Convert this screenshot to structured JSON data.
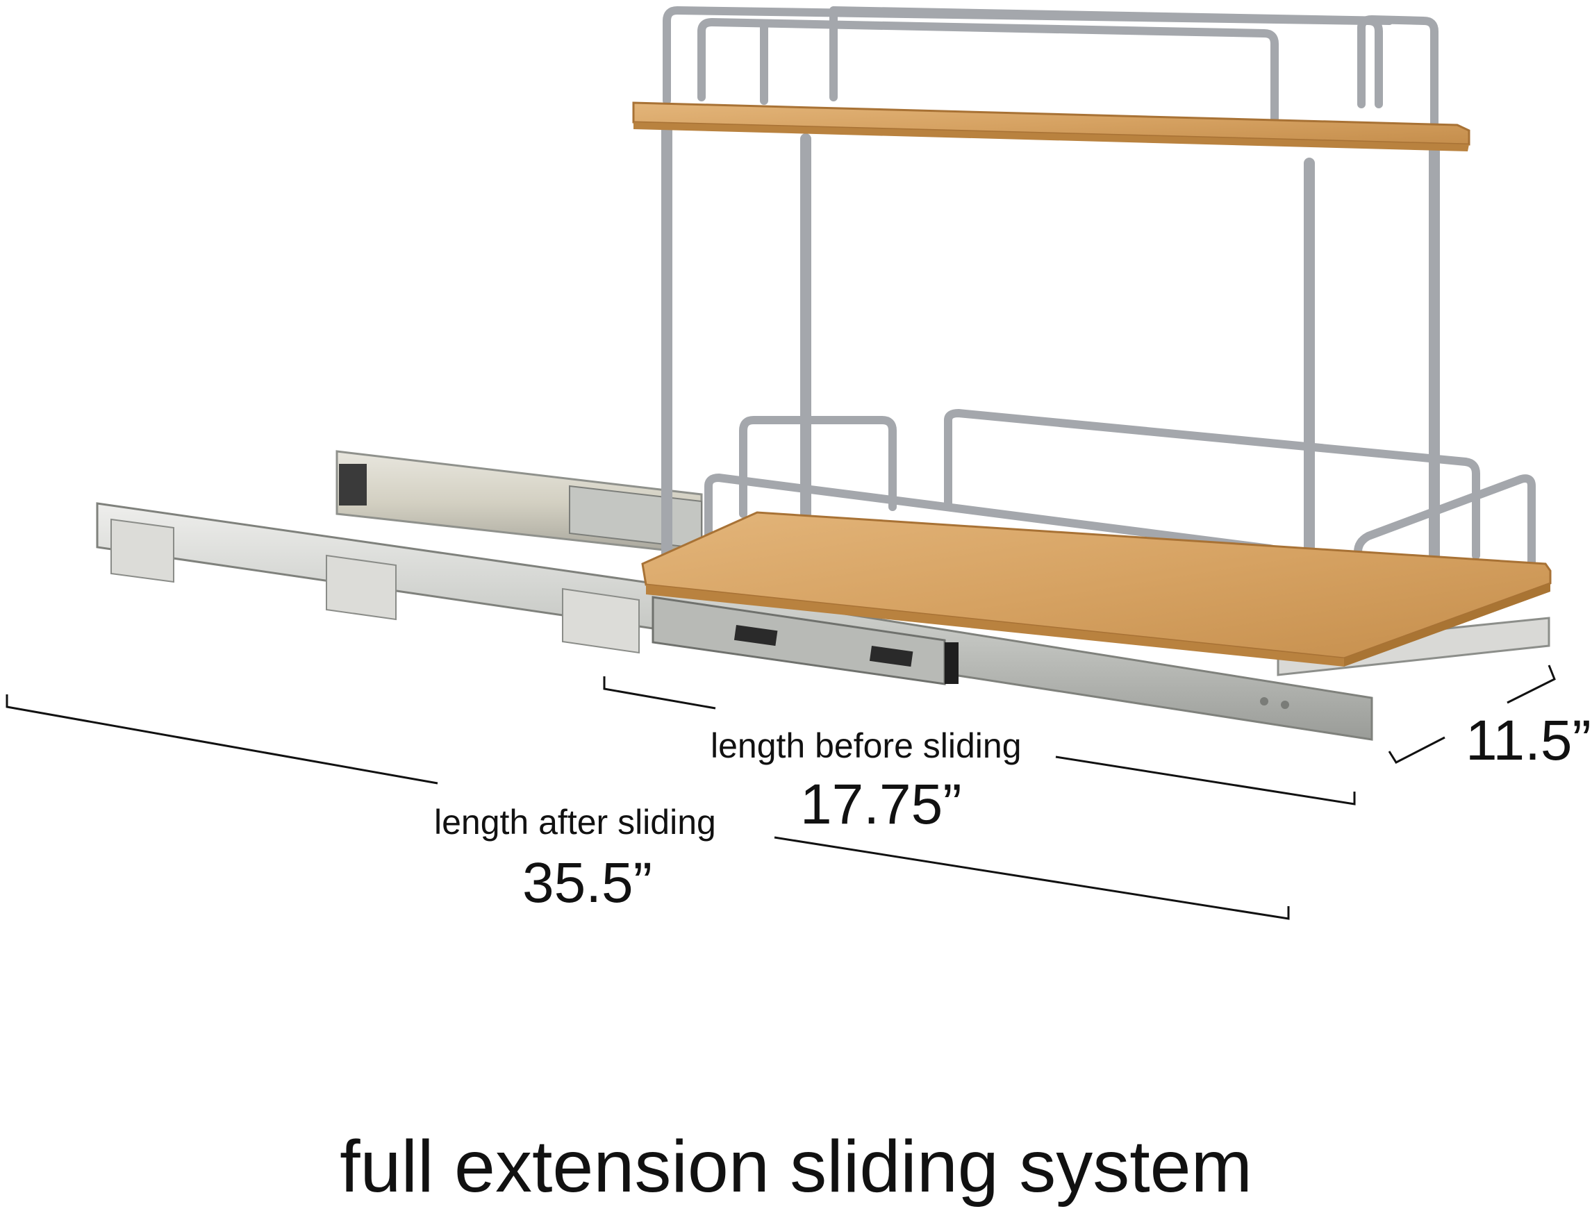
{
  "dimensions": {
    "width_value": "11.5”",
    "length_before": {
      "label": "length before sliding",
      "value": "17.75”"
    },
    "length_after": {
      "label": "length after sliding",
      "value": "35.5”"
    }
  },
  "caption": "full extension sliding system",
  "colors": {
    "wood": "#d6a262",
    "wood_dark": "#b9823f",
    "wire": "#a4a7ac",
    "rail": "#cfd0cd",
    "rail_dark": "#8a8c89",
    "line": "#111111"
  }
}
